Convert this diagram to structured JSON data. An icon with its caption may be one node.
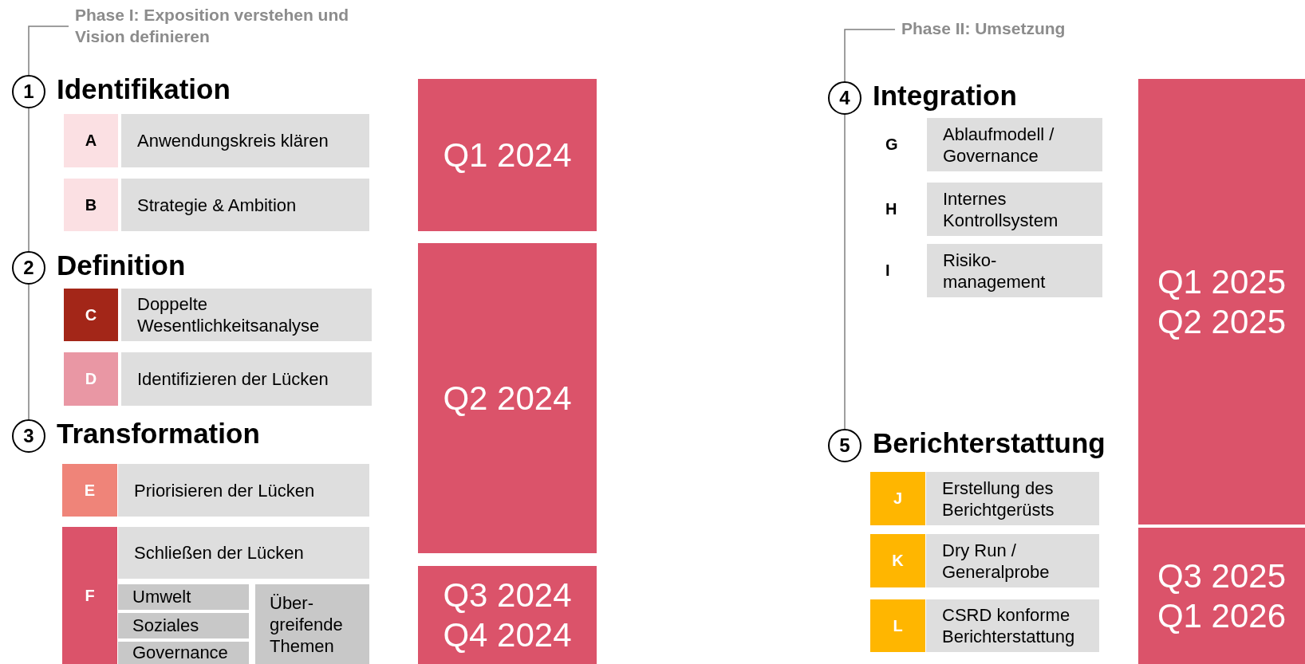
{
  "diagram": {
    "nodes": [
      {
        "text": [
          "Phase I: Exposition verstehen und Vision definieren"
        ]
      },
      {
        "text": [
          "1"
        ],
        "beside": [
          "Identifikation"
        ]
      },
      {
        "text": [
          "A"
        ]
      },
      {
        "text": [
          "Anwendungskreis klären"
        ]
      },
      {
        "text": [
          "B"
        ]
      },
      {
        "text": [
          "Strategie & Ambition"
        ]
      },
      {
        "text": [
          "2"
        ],
        "beside": [
          "Definition"
        ]
      },
      {
        "text": [
          "C"
        ]
      },
      {
        "text": [
          "Doppelte Wesentlichkeitsanalyse"
        ]
      },
      {
        "text": [
          "D"
        ]
      },
      {
        "text": [
          "Identifizieren der Lücken"
        ]
      },
      {
        "text": [
          "3"
        ],
        "beside": [
          "Transformation"
        ]
      },
      {
        "text": [
          "E"
        ]
      },
      {
        "text": [
          "Priorisieren der Lücken"
        ]
      },
      {
        "text": [
          "F"
        ]
      },
      {
        "text": [
          "Schließen der Lücken"
        ]
      },
      {
        "text": [
          "Umwelt"
        ]
      },
      {
        "text": [
          "Soziales"
        ]
      },
      {
        "text": [
          "Governance"
        ]
      },
      {
        "text": [
          "Über- greifende Themen"
        ]
      },
      {
        "text": [
          "Q1 2024"
        ]
      },
      {
        "text": [
          "Q2 2024"
        ]
      },
      {
        "text": [
          "Q3 2024",
          "Q4 2024"
        ]
      },
      {
        "text": [
          "Phase II: Umsetzung"
        ]
      },
      {
        "text": [
          "4"
        ],
        "beside": [
          "Integration"
        ]
      },
      {
        "text": [
          "Ablaufmodell / Governance"
        ],
        "beside": [
          "G"
        ]
      },
      {
        "text": [
          "Internes Kontrollsystem"
        ],
        "beside": [
          "H"
        ]
      },
      {
        "text": [
          "Risiko- management"
        ],
        "beside": [
          "I"
        ]
      },
      {
        "text": [
          "5"
        ],
        "beside": [
          "Berichterstattung"
        ]
      },
      {
        "text": [
          "J"
        ]
      },
      {
        "text": [
          "Erstellung des Berichtgerüsts"
        ]
      },
      {
        "text": [
          "K"
        ]
      },
      {
        "text": [
          "Dry Run / Generalprobe"
        ]
      },
      {
        "text": [
          "L"
        ]
      },
      {
        "text": [
          "CSRD konforme Berichterstattung"
        ]
      },
      {
        "text": [
          "Q1 2025",
          "Q2 2025"
        ]
      },
      {
        "text": [
          "Q3 2025",
          "Q1 2026"
        ]
      }
    ],
    "edges": [
      {
        "from": 0,
        "to": 1,
        "arrow": "none"
      },
      {
        "from": 1,
        "to": 6,
        "arrow": "none"
      },
      {
        "from": 6,
        "to": 11,
        "arrow": "none"
      },
      {
        "from": 23,
        "to": 24,
        "arrow": "none"
      },
      {
        "from": 24,
        "to": 28,
        "arrow": "none"
      }
    ]
  }
}
